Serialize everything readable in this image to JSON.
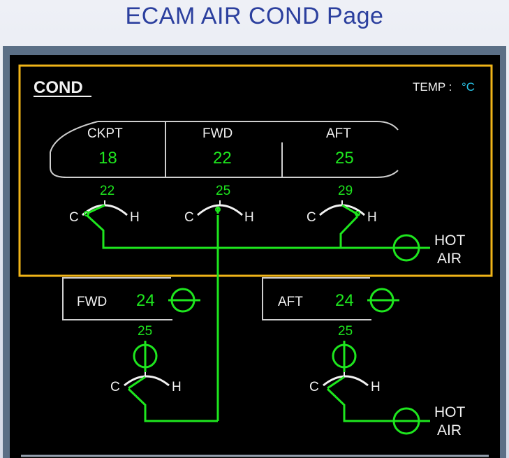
{
  "page_title": "ECAM AIR COND Page",
  "cond": {
    "title": "COND",
    "temp_label": "TEMP :",
    "temp_unit": "°C",
    "zones": [
      {
        "name": "CKPT",
        "temp": "18",
        "duct_temp": "22"
      },
      {
        "name": "FWD",
        "temp": "22",
        "duct_temp": "25"
      },
      {
        "name": "AFT",
        "temp": "25",
        "duct_temp": "29"
      }
    ],
    "hot_air_line1": "HOT",
    "hot_air_line2": "AIR"
  },
  "cargo": {
    "fwd": {
      "label": "FWD",
      "temp": "24",
      "duct_temp": "25"
    },
    "aft": {
      "label": "AFT",
      "temp": "24",
      "duct_temp": "25"
    },
    "hot_air_line1": "HOT",
    "hot_air_line2": "AIR"
  },
  "valve_labels": {
    "cold": "C",
    "hot": "H"
  },
  "colors": {
    "green": "#1ee61e",
    "amber_frame": "#f0b418",
    "white": "#f2f2f2",
    "cyan": "#29c4e8"
  }
}
